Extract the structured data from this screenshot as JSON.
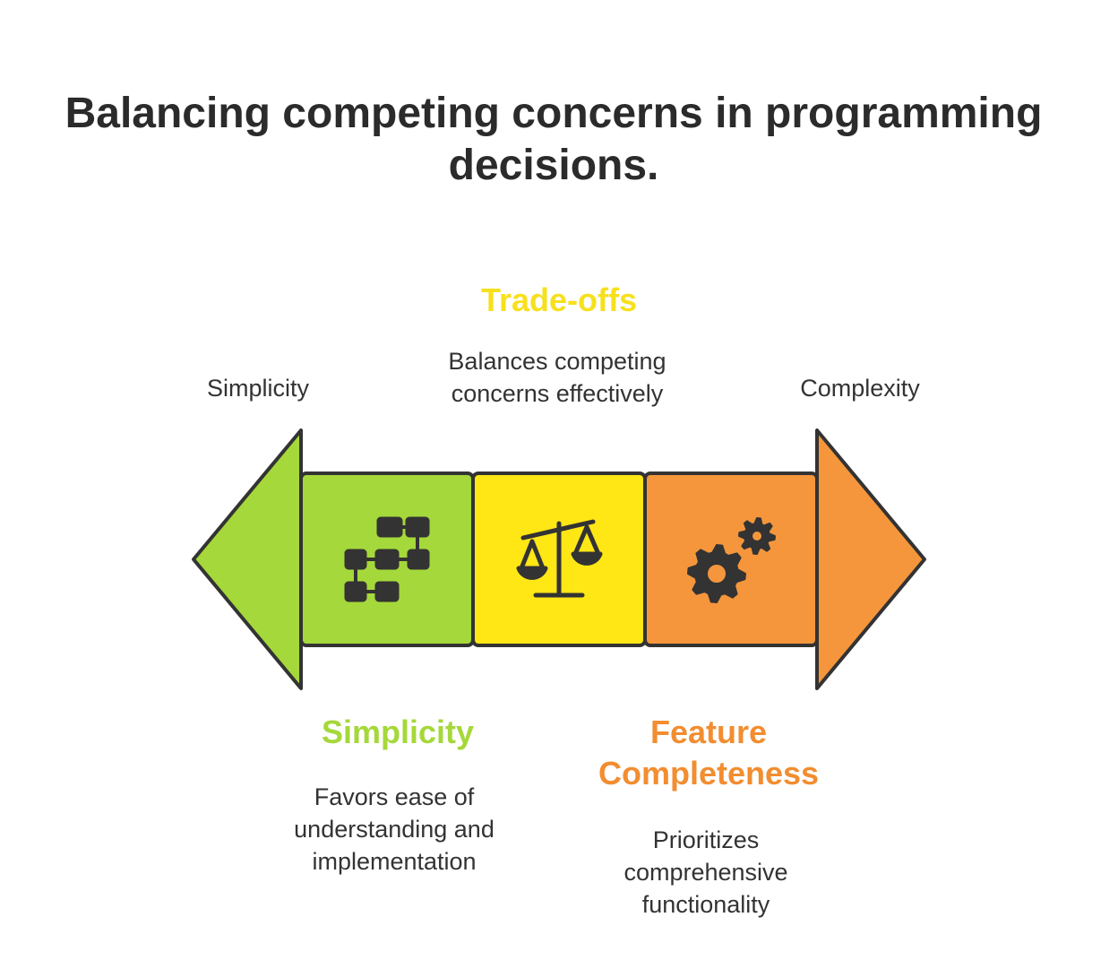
{
  "title": "Balancing competing concerns in programming decisions.",
  "colors": {
    "green": "#a5d83a",
    "yellow": "#ffe615",
    "orange": "#f5963c",
    "outline": "#333333",
    "green_text": "#a5d83a",
    "yellow_text": "#f7e01c",
    "orange_text": "#f28d30"
  },
  "ends": {
    "left": "Simplicity",
    "right": "Complexity"
  },
  "segments": [
    {
      "heading": "Simplicity",
      "description": "Favors ease of understanding and implementation",
      "icon": "flowchart-icon"
    },
    {
      "heading": "Trade-offs",
      "description": "Balances competing concerns effectively",
      "icon": "balance-scale-icon"
    },
    {
      "heading": "Feature Completeness",
      "description": "Prioritizes comprehensive functionality",
      "icon": "gears-icon"
    }
  ]
}
